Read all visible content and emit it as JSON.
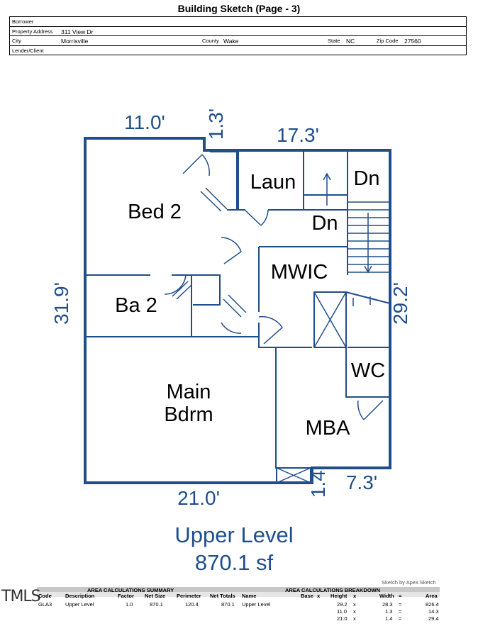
{
  "title": "Building Sketch (Page - 3)",
  "header": {
    "borrower_label": "Borrower",
    "borrower_value": "",
    "address_label": "Property Address",
    "address_value": "311 View Dr",
    "city_label": "City",
    "city_value": "Morrisville",
    "county_label": "County",
    "county_value": "Wake",
    "state_label": "State",
    "state_value": "NC",
    "zip_label": "Zip Code",
    "zip_value": "27560",
    "lender_label": "Lender/Client",
    "lender_value": ""
  },
  "sketch": {
    "color": "#1f4e8c",
    "dims": {
      "top_left": "11.0'",
      "top_small": "1.3'",
      "top_right": "17.3'",
      "left": "31.9'",
      "right": "29.2'",
      "bottom": "21.0'",
      "bottom_small": "1.4'",
      "bottom_right": "7.3'"
    },
    "rooms": {
      "bed2": "Bed 2",
      "laun": "Laun",
      "dn_top": "Dn",
      "dn_mid": "Dn",
      "mwic": "MWIC",
      "ba2": "Ba 2",
      "wc": "WC",
      "main1": "Main",
      "main2": "Bdrm",
      "mba": "MBA"
    },
    "level": "Upper Level",
    "area": "870.1 sf"
  },
  "footer": {
    "credit": "Sketch by Apex Sketch",
    "logo": "TMLS",
    "summary_title": "AREA CALCULATIONS SUMMARY",
    "breakdown_title": "AREA CALCULATIONS BREAKDOWN",
    "cols": {
      "code": "Code",
      "description": "Description",
      "factor": "Factor",
      "net_size": "Net Size",
      "perimeter": "Perimeter",
      "net_totals": "Net Totals",
      "name": "Name",
      "base": "Base",
      "x1": "x",
      "height": "Height",
      "x2": "x",
      "width": "Width",
      "eq": "=",
      "area": "Area"
    },
    "summary_row": {
      "code": "GLA3",
      "description": "Upper Level",
      "factor": "1.0",
      "net_size": "870.1",
      "perimeter": "120.4",
      "net_totals": "870.1",
      "name": "Upper Level"
    },
    "breakdown": [
      {
        "height": "29.2",
        "x": "x",
        "width": "28.3",
        "eq": "=",
        "area": "826.4"
      },
      {
        "height": "11.0",
        "x": "x",
        "width": "1.3",
        "eq": "=",
        "area": "14.3"
      },
      {
        "height": "21.0",
        "x": "x",
        "width": "1.4",
        "eq": "=",
        "area": "29.4"
      }
    ]
  }
}
